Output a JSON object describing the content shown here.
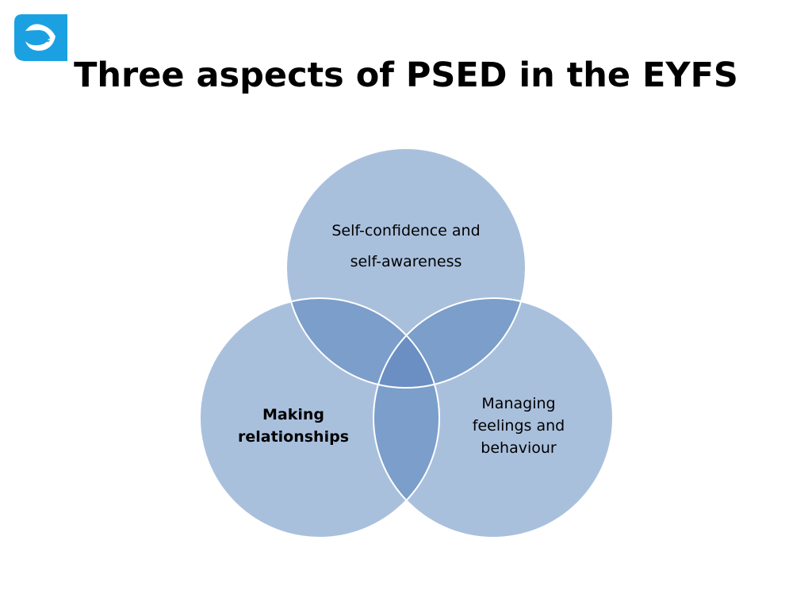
{
  "title": "Three aspects of PSED in the EYFS",
  "logo": {
    "icon": "oe-logo-icon",
    "text": "oe",
    "color": "#1ba1e2"
  },
  "diagram": {
    "type": "venn",
    "circle_fill": "#a9c0dd",
    "overlap_fill": "#7b9ecb",
    "center_fill": "#6b8fc3",
    "circles": [
      {
        "id": "top",
        "lines": [
          "Self-confidence and",
          "self-awareness"
        ],
        "bold": false
      },
      {
        "id": "left",
        "lines": [
          "Making",
          "relationships"
        ],
        "bold": true
      },
      {
        "id": "right",
        "lines": [
          "Managing",
          "feelings and",
          "behaviour"
        ],
        "bold": false
      }
    ]
  }
}
